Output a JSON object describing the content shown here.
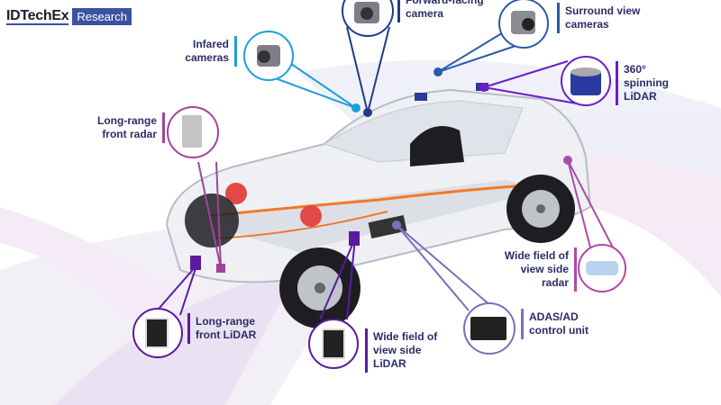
{
  "logo": {
    "brand": "IDTechEx",
    "tag": "Research"
  },
  "sensors": [
    {
      "id": "infrared",
      "label": "Infared\ncameras",
      "color": "#1ea0d8"
    },
    {
      "id": "forward",
      "label": "Forward-facing\ncamera",
      "color": "#1f3c88"
    },
    {
      "id": "surround",
      "label": "Surround view\ncameras",
      "color": "#2a5aa8"
    },
    {
      "id": "lidar360",
      "label": "360°\nspinning\nLiDAR",
      "color": "#6a1fc8"
    },
    {
      "id": "lr-radar",
      "label": "Long-range\nfront radar",
      "color": "#a0449a"
    },
    {
      "id": "wf-radar",
      "label": "Wide field of\nview side\nradar",
      "color": "#b04aa8"
    },
    {
      "id": "adas",
      "label": "ADAS/AD\ncontrol unit",
      "color": "#7a6fb8"
    },
    {
      "id": "wf-lidar",
      "label": "Wide field of\nview side\nLiDAR",
      "color": "#5a1aa0"
    },
    {
      "id": "lr-lidar",
      "label": "Long-range\nfront LiDAR",
      "color": "#5a1aa0"
    }
  ]
}
